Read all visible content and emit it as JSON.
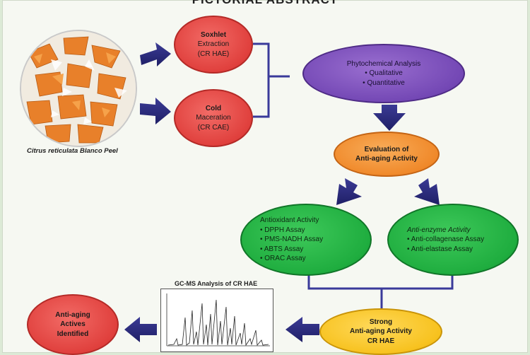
{
  "title": "PICTORIAL ABSTRACT",
  "peel_caption": "Citrus reticulata Blanco Peel",
  "soxhlet": {
    "line1": "Soxhlet",
    "line2": "Extraction",
    "line3": "(CR HAE)"
  },
  "cold": {
    "line1": "Cold",
    "line2": "Maceration",
    "line3": "(CR CAE)"
  },
  "phyto": {
    "title": "Phytochemical Analysis",
    "item1": "• Qualitative",
    "item2": "• Quantitative"
  },
  "evaluation": {
    "line1": "Evaluation of",
    "line2": "Anti-aging Activity"
  },
  "antioxidant": {
    "title": "Antioxidant Activity",
    "items": [
      "• DPPH Assay",
      "• PMS-NADH Assay",
      "• ABTS Assay",
      "• ORAC Assay"
    ]
  },
  "antienzyme": {
    "title": "Anti-enzyme Activity",
    "items": [
      "• Anti-collagenase Assay",
      "• Anti-elastase Assay"
    ]
  },
  "strong": {
    "line1": "Strong",
    "line2": "Anti-aging Activity",
    "line3": "CR HAE"
  },
  "gcms_title": "GC-MS Analysis of CR HAE",
  "actives": {
    "line1": "Anti-aging",
    "line2": "Actives",
    "line3": "Identified"
  },
  "colors": {
    "arrow": "#2b2b7a",
    "bracket": "#3a3a9a"
  }
}
